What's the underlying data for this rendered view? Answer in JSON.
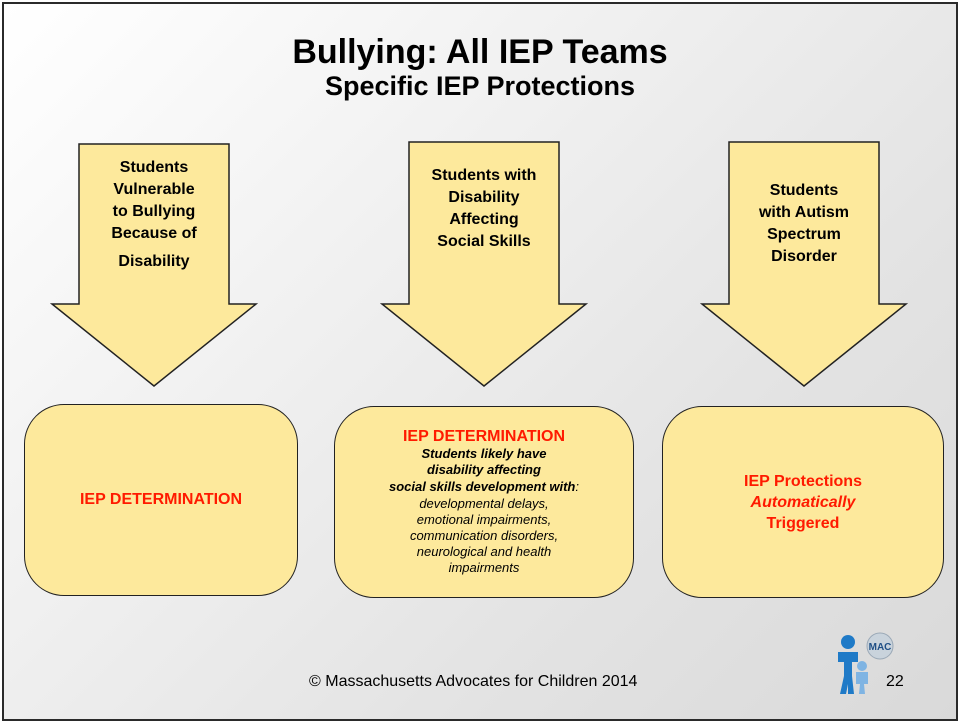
{
  "slide": {
    "title": "Bullying: All IEP Teams",
    "subtitle": "Specific IEP Protections"
  },
  "arrows": [
    {
      "lines": [
        "Students",
        "Vulnerable",
        "to Bullying",
        "Because of",
        "Disability"
      ]
    },
    {
      "lines": [
        "Students with",
        "Disability",
        "Affecting",
        "Social Skills"
      ]
    },
    {
      "lines": [
        "Students",
        "with Autism",
        "Spectrum",
        "Disorder"
      ]
    }
  ],
  "boxes": {
    "left": {
      "text": "IEP DETERMINATION"
    },
    "middle": {
      "heading": "IEP DETERMINATION",
      "bold_lines": [
        "Students likely have",
        "disability affecting",
        "social skills development with"
      ],
      "colon": ":",
      "italic_lines": [
        "developmental delays,",
        "emotional impairments,",
        "communication disorders,",
        "neurological and health",
        "impairments"
      ]
    },
    "right": {
      "line1": "IEP Protections",
      "line2": "Automatically",
      "line3": "Triggered"
    }
  },
  "footer": {
    "copyright": "© Massachusetts Advocates for Children 2014",
    "page_number": "22",
    "logo_text": "MAC"
  },
  "colors": {
    "arrow_fill": "#fde99c",
    "box_fill": "#fde99c",
    "accent_red": "#ff1a00",
    "logo_blue": "#1f7ac7"
  }
}
